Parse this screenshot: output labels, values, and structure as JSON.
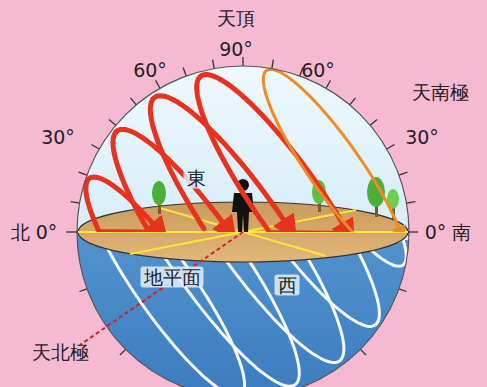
{
  "diagram": {
    "labels": [
      "天頂",
      "90°",
      "60°",
      "60°",
      "天南極",
      "30°",
      "30°",
      "北 0°",
      "0° 南",
      "東",
      "西",
      "地平面",
      "天北極"
    ]
  }
}
